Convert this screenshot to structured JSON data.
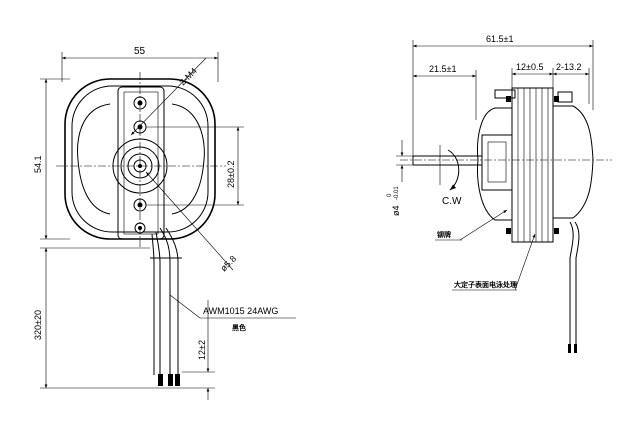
{
  "front_view": {
    "width_dim": "55",
    "height_dim": "54.1",
    "screw_callout": "2-M4",
    "hole_spacing_dim": "28±0.2",
    "bore_dim": "ø5.8",
    "lead_length_dim": "320±20",
    "strip_length_dim": "12±2",
    "wire_spec": "AWM1015  24AWG",
    "wire_color": "黑色"
  },
  "side_view": {
    "overall_length_dim": "61.5±1",
    "shaft_extension_dim": "21.5±1",
    "stack_thickness_dim": "12±0.5",
    "rear_dim": "2-13.2",
    "shaft_dia_dim": "ø4",
    "shaft_tol_upper": "0",
    "shaft_tol_lower": "-0.01",
    "rotation_label": "C.W",
    "rivet_note": "铆牌",
    "surface_note": "大定子表面电泳处理"
  }
}
